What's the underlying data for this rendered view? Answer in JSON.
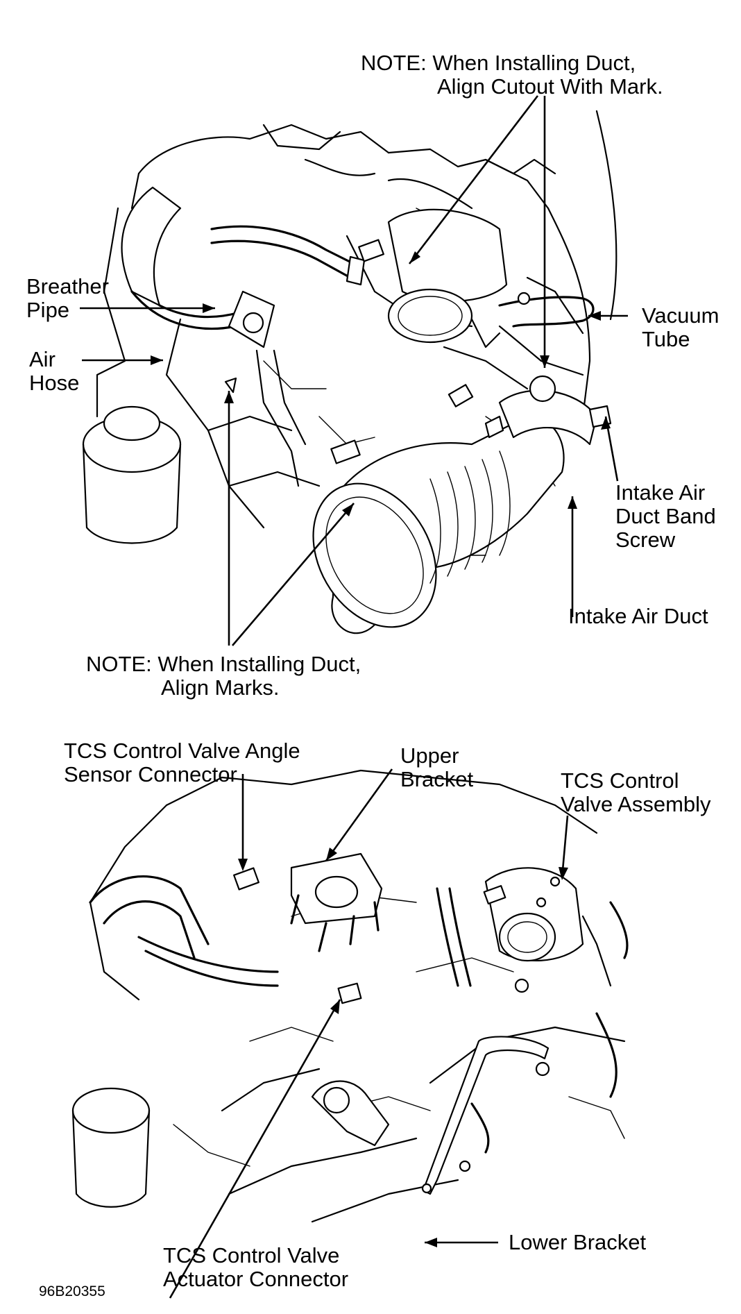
{
  "top_figure": {
    "note_duct_cutout": [
      "NOTE: When Installing Duct,",
      "Align Cutout With Mark."
    ],
    "breather_pipe": [
      "Breather",
      "Pipe"
    ],
    "air_hose": [
      "Air",
      "Hose"
    ],
    "vacuum_tube": [
      "Vacuum",
      "Tube"
    ],
    "intake_air_duct_band_screw": [
      "Intake Air",
      "Duct Band",
      "Screw"
    ],
    "intake_air_duct": "Intake Air Duct",
    "note_align_marks": [
      "NOTE: When Installing Duct,",
      "Align Marks."
    ]
  },
  "bottom_figure": {
    "tcs_angle_sensor_connector": [
      "TCS Control Valve Angle",
      "Sensor Connector"
    ],
    "upper_bracket": [
      "Upper",
      "Bracket"
    ],
    "tcs_valve_assembly": [
      "TCS Control",
      "Valve Assembly"
    ],
    "lower_bracket": "Lower Bracket",
    "tcs_actuator_connector": [
      "TCS Control Valve",
      "Actuator Connector"
    ]
  },
  "figure_reference": "96B20355"
}
